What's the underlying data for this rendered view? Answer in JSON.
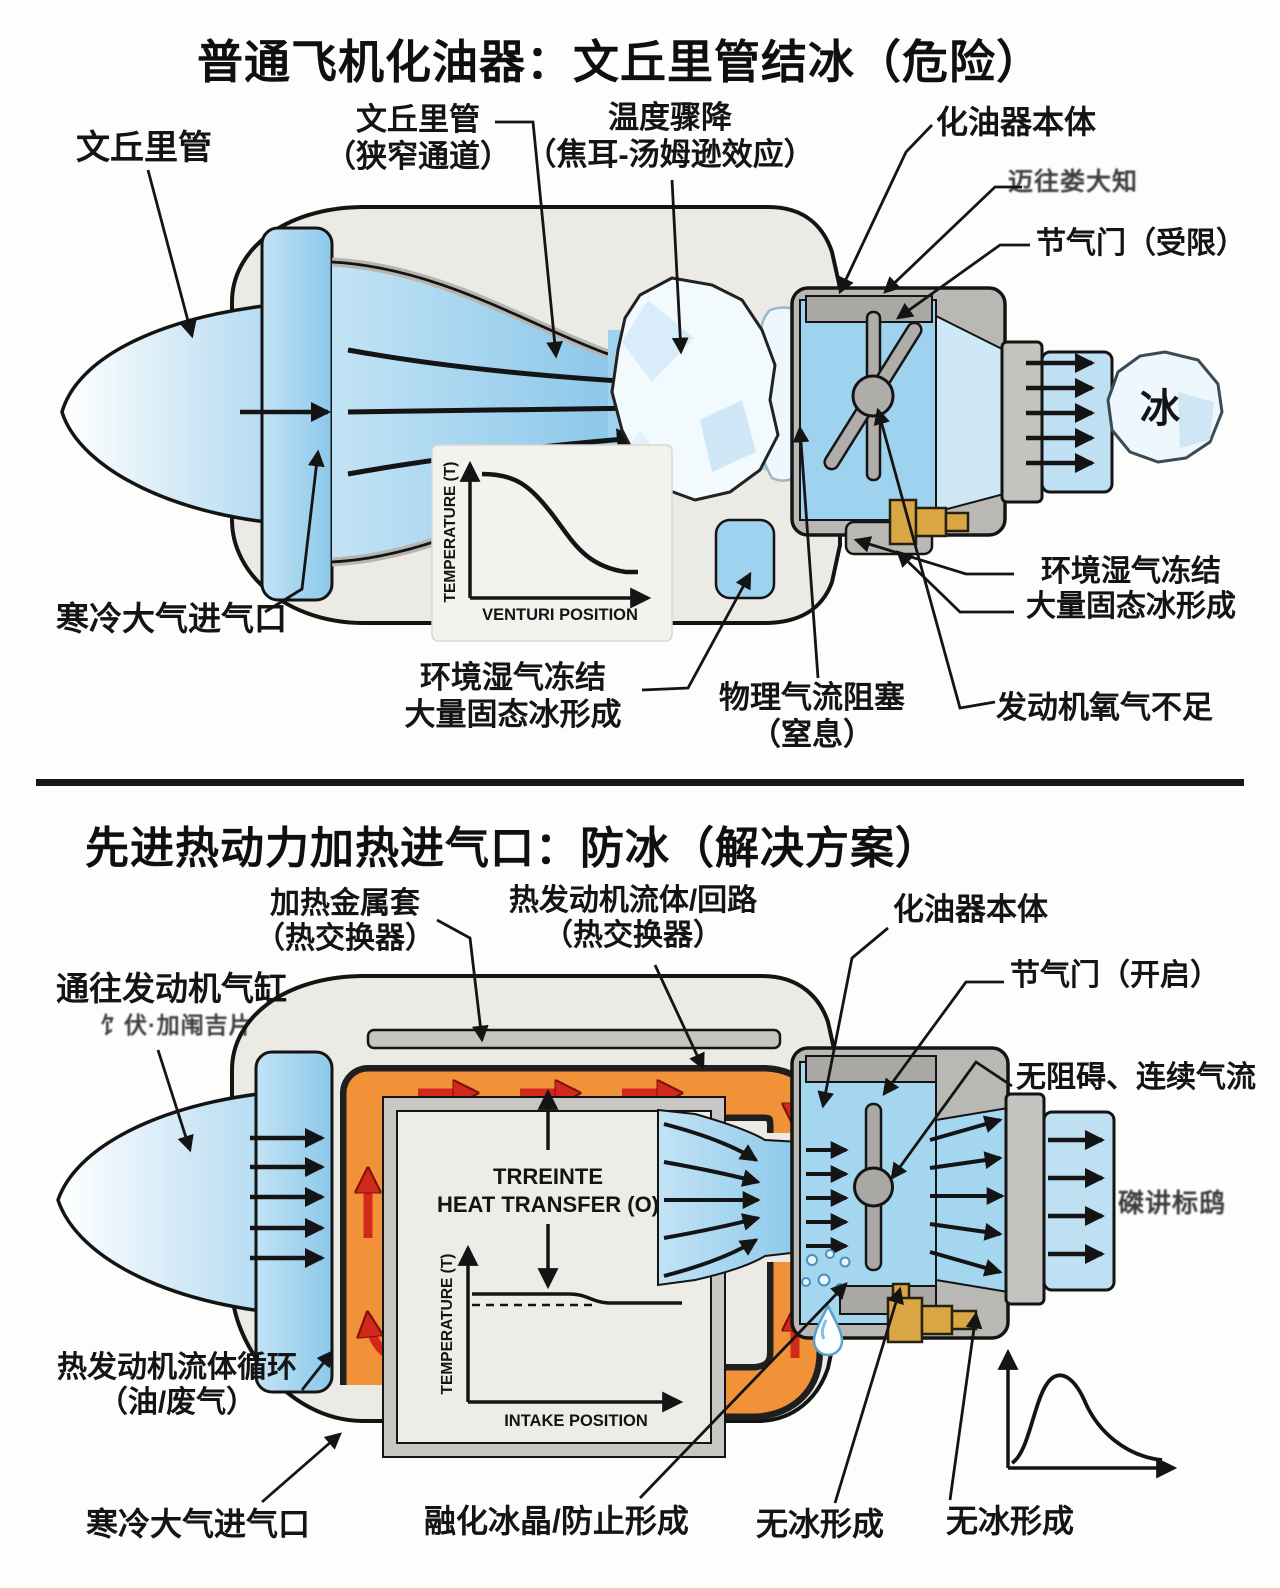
{
  "top": {
    "title": "普通飞机化油器：文丘里管结冰（危险）",
    "labels": {
      "venturi": "文丘里管",
      "venturi_narrow_l1": "文丘里管",
      "venturi_narrow_l2": "（狭窄通道）",
      "temp_drop_l1": "温度骤降",
      "temp_drop_l2": "（焦耳-汤姆逊效应）",
      "carb_body": "化油器本体",
      "garbled_note": "迈往娄大知",
      "throttle_restricted": "节气门（受限）",
      "moisture_right_l1": "环境湿气冻结",
      "moisture_right_l2": "大量固态冰形成",
      "engine_oxygen": "发动机氧气不足",
      "cold_air_intake": "寒冷大气进气口",
      "moisture_center_l1": "环境湿气冻结",
      "moisture_center_l2": "大量固态冰形成",
      "blockage_l1": "物理气流阻塞",
      "blockage_l2": "（窒息）",
      "ice_cube": "冰"
    },
    "graph": {
      "ylabel": "TEMPERATURE (T)",
      "xlabel": "VENTURI POSITION"
    }
  },
  "bottom": {
    "title": "先进热动力加热进气口：防冰（解决方案）",
    "labels": {
      "heated_sleeve_l1": "加热金属套",
      "heated_sleeve_l2": "（热交换器）",
      "hot_fluid_loop_l1": "热发动机流体/回路",
      "hot_fluid_loop_l2": "（热交换器）",
      "carb_body": "化油器本体",
      "throttle_open": "节气门（开启）",
      "unobstructed_flow": "无阻碍、连续气流",
      "to_engine_cylinder": "通往发动机气缸",
      "garbled_sub": "饣伏·加闱吉片",
      "heat_transfer_l1": "TRREINTE",
      "heat_transfer_l2": "HEAT TRANSFER (O)",
      "hot_fluid_circulation_l1": "热发动机流体循环",
      "hot_fluid_circulation_l2": "（油/废气）",
      "cold_air_intake": "寒冷大气进气口",
      "melt_ice": "融化冰晶/防止形成",
      "no_ice_1": "无冰形成",
      "no_ice_2": "无冰形成",
      "garbled_right": "磔讲标鸱"
    },
    "graph": {
      "ylabel": "TEMPERATURE (T)",
      "xlabel": "INTAKE POSITION"
    }
  },
  "colors": {
    "flow_blue": "#9fd2ee",
    "ice_white": "#f3fafe",
    "heat_orange": "#f19238",
    "heat_red": "#d3281c",
    "brass": "#d9a646",
    "shell_gray": "#eceae5"
  }
}
